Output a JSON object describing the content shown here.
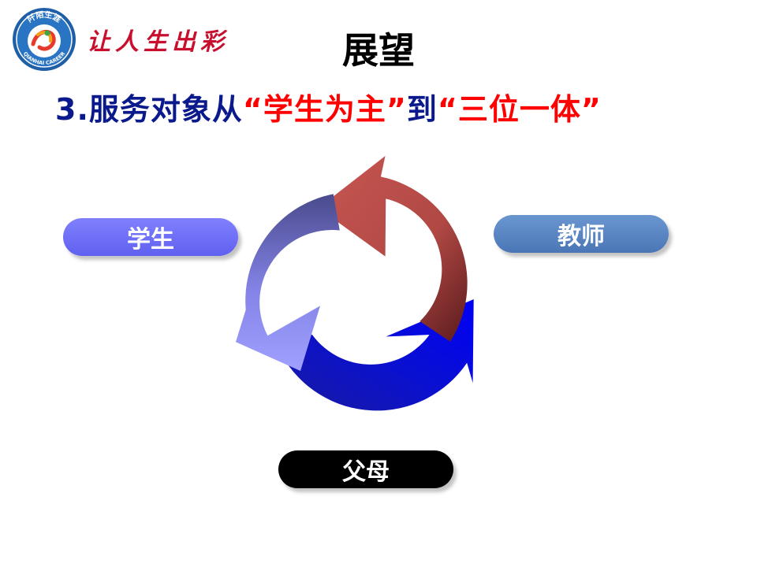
{
  "header": {
    "logo_text_top": "阡陌生涯",
    "logo_text_bottom": "QIANHAI CAREER",
    "slogan": "让人生出彩"
  },
  "slide": {
    "title": "展望",
    "subtitle_prefix": "3.服务对象从",
    "subtitle_q1": "“学生为主”",
    "subtitle_mid": "到",
    "subtitle_q2": "“三位一体”"
  },
  "cycle_labels": {
    "student": "学生",
    "teacher": "教师",
    "parent": "父母"
  },
  "colors": {
    "navy_text": "#0a1a8c",
    "highlight_red": "#ff0000",
    "slogan_red": "#c8102e",
    "arrow_red": "#c0504d",
    "arrow_blue": "#0a10d0",
    "arrow_lavender": "#8c8cf0",
    "student_pill": "#6e6ef5",
    "teacher_pill": "#5582c2",
    "parent_pill": "#000000"
  }
}
